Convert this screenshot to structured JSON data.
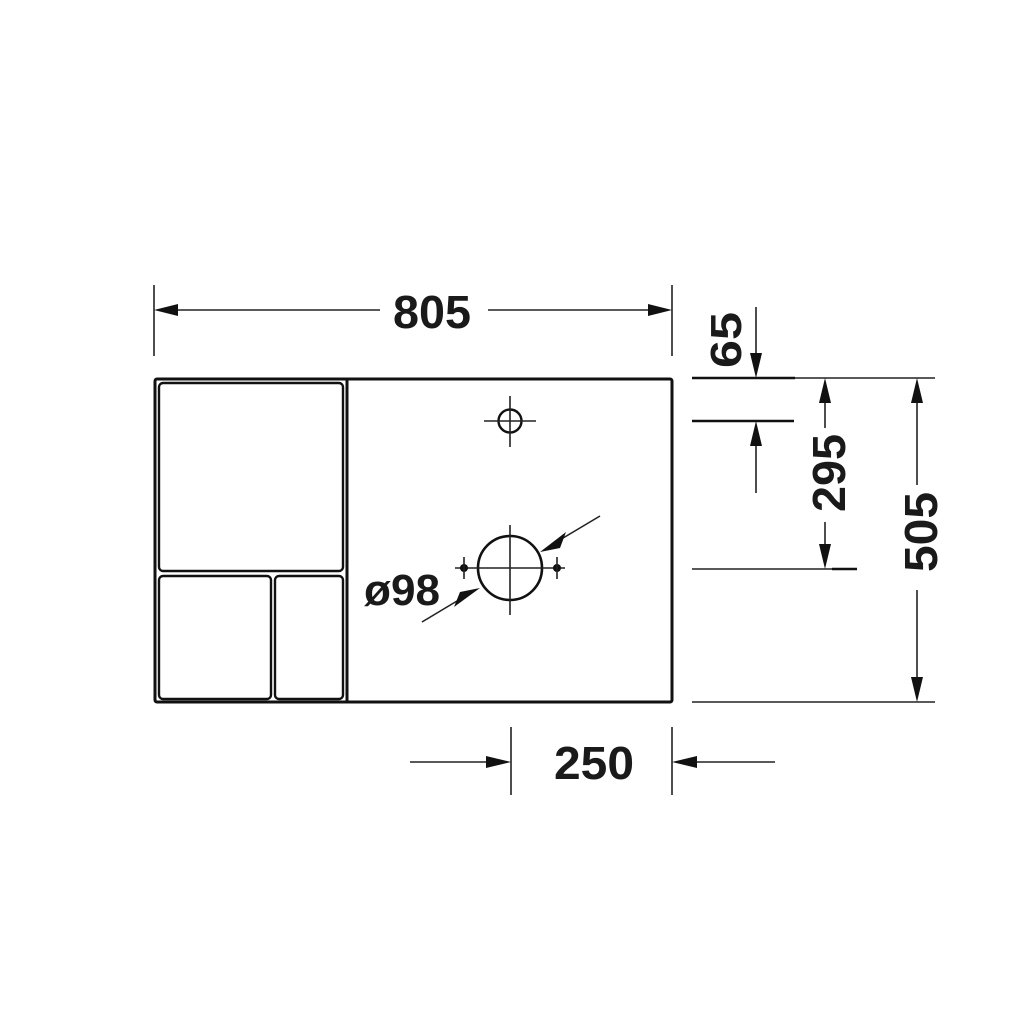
{
  "drawing": {
    "type": "technical dimension drawing",
    "subject": "washbasin with storage compartments, top view",
    "units": "mm",
    "colors": {
      "line": "#111111",
      "background": "#ffffff"
    }
  },
  "dimensions": {
    "overall_width": "805",
    "overall_depth": "505",
    "tap_hole_offset": "65",
    "drain_offset": "295",
    "drain_diameter": "ø98",
    "drain_from_edge": "250"
  }
}
